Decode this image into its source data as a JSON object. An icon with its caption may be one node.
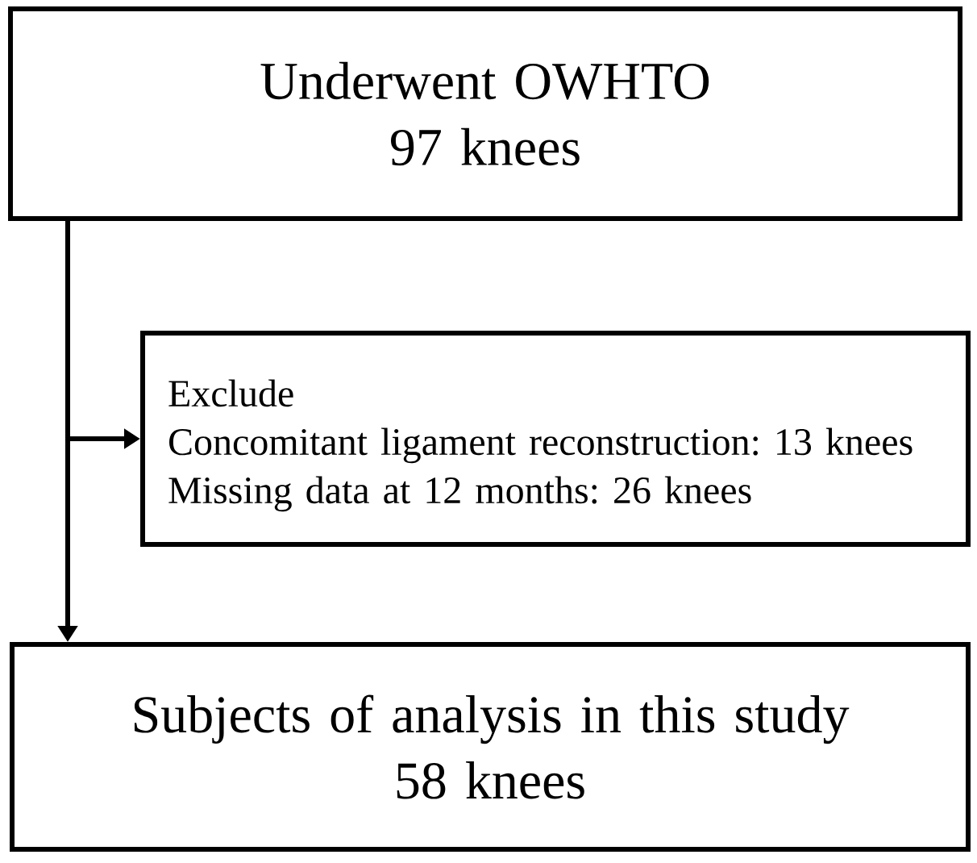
{
  "diagram": {
    "nodes": [
      {
        "text": [
          "Underwent OWHTO",
          "97 knees"
        ]
      },
      {
        "text": [
          "Exclude",
          "Concomitant ligament reconstruction: 13 knees",
          "Missing data at 12 months: 26 knees"
        ]
      },
      {
        "text": [
          "Subjects of analysis in this study",
          "58 knees"
        ]
      }
    ],
    "edges": [
      {
        "from": 0,
        "to": 1,
        "arrow": "to"
      },
      {
        "from": 0,
        "to": 2,
        "arrow": "to"
      }
    ]
  }
}
